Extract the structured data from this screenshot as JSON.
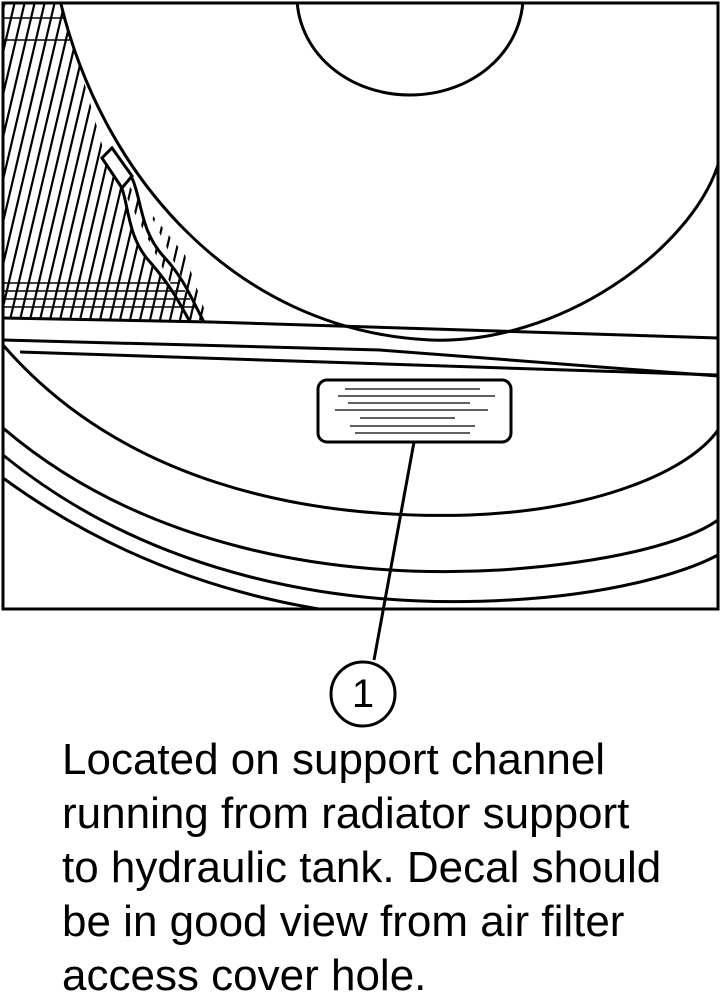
{
  "callout": {
    "number": "1"
  },
  "caption": {
    "lines": [
      "Located on support channel",
      "running from radiator support",
      "to hydraulic tank. Decal should",
      "be in good view from air filter",
      "access cover hole."
    ]
  },
  "colors": {
    "ink": "#000000",
    "paper": "#ffffff"
  }
}
